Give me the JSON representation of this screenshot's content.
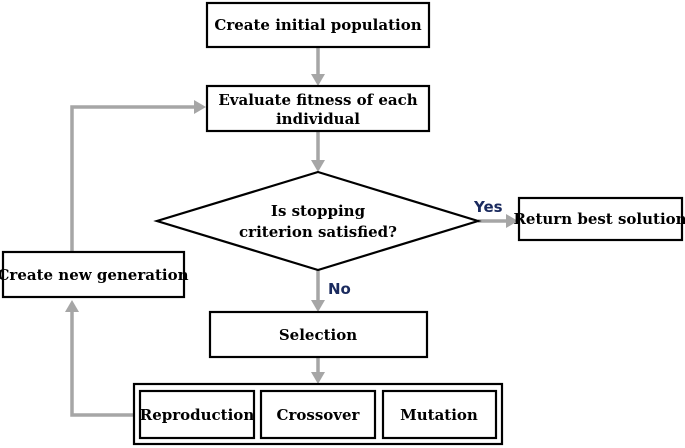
{
  "nodes": {
    "create_initial_population": {
      "label": "Create initial population"
    },
    "evaluate_fitness": {
      "line1": "Evaluate fitness of each",
      "line2": "individual"
    },
    "stopping_criterion": {
      "line1": "Is stopping",
      "line2": "criterion satisfied?"
    },
    "return_best_solution": {
      "label": "Return best solution"
    },
    "create_new_generation": {
      "label": "Create new generation"
    },
    "selection": {
      "label": "Selection"
    },
    "reproduction": {
      "label": "Reproduction"
    },
    "crossover": {
      "label": "Crossover"
    },
    "mutation": {
      "label": "Mutation"
    }
  },
  "edges": {
    "yes_label": "Yes",
    "no_label": "No"
  },
  "colors": {
    "arrow": "#a6a6a6",
    "branch_label": "#1a2a5e"
  }
}
